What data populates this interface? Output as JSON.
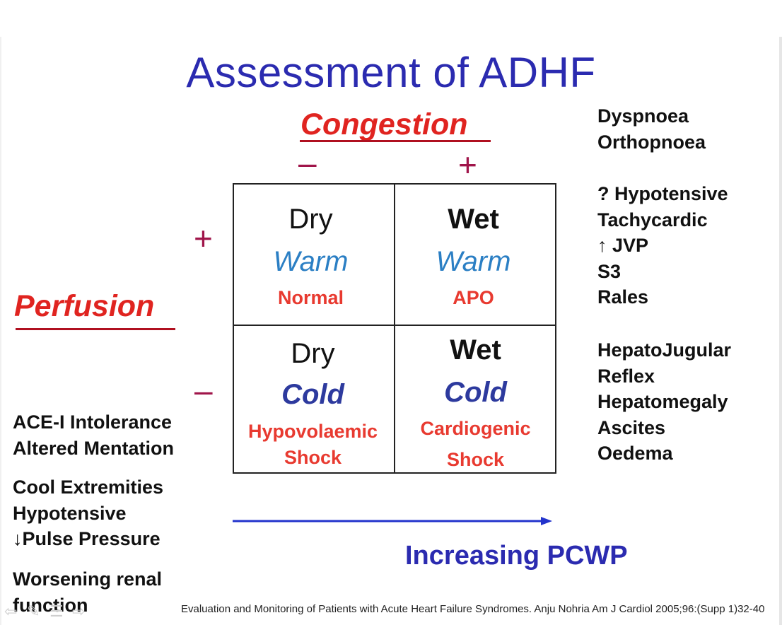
{
  "title": "Assessment of ADHF",
  "axes": {
    "congestion": "Congestion",
    "perfusion": "Perfusion",
    "congestion_minus": "–",
    "congestion_plus": "+",
    "perfusion_plus": "+",
    "perfusion_minus": "–"
  },
  "quadrants": {
    "top_left": {
      "state": "Dry",
      "perfusion": "Warm",
      "label": "Normal"
    },
    "top_right": {
      "state": "Wet",
      "perfusion": "Warm",
      "label": "APO"
    },
    "bottom_left": {
      "state": "Dry",
      "perfusion": "Cold",
      "label_line1": "Hypovolaemic",
      "label_line2": "Shock"
    },
    "bottom_right": {
      "state": "Wet",
      "perfusion": "Cold",
      "label_line1": "Cardiogenic",
      "label_line2": "Shock"
    }
  },
  "congestion_signs": {
    "group1": [
      "Dyspnoea",
      "Orthopnoea"
    ],
    "group2": [
      "? Hypotensive",
      "Tachycardic",
      "↑ JVP",
      "S3",
      "Rales"
    ],
    "group3": [
      "HepatoJugular",
      "Reflex",
      "Hepatomegaly",
      "Ascites",
      "Oedema"
    ]
  },
  "hypoperfusion_signs": {
    "group1": [
      "ACE-I Intolerance",
      "Altered Mentation"
    ],
    "group2": [
      "Cool Extremities",
      "Hypotensive",
      "↓Pulse Pressure"
    ],
    "group3": [
      "Worsening renal",
      "function"
    ]
  },
  "pcwp_label": "Increasing PCWP",
  "citation": "Evaluation and Monitoring of Patients with Acute Heart Failure Syndromes. Anju Nohria Am J Cardiol 2005;96:(Supp 1)32-40",
  "colors": {
    "title": "#2b2bb0",
    "axis_label": "#e02420",
    "sign": "#a0154a",
    "warm": "#2b7fc4",
    "cold": "#2d3a9e",
    "state_label": "#e83a30",
    "arrow": "#2233cc"
  }
}
